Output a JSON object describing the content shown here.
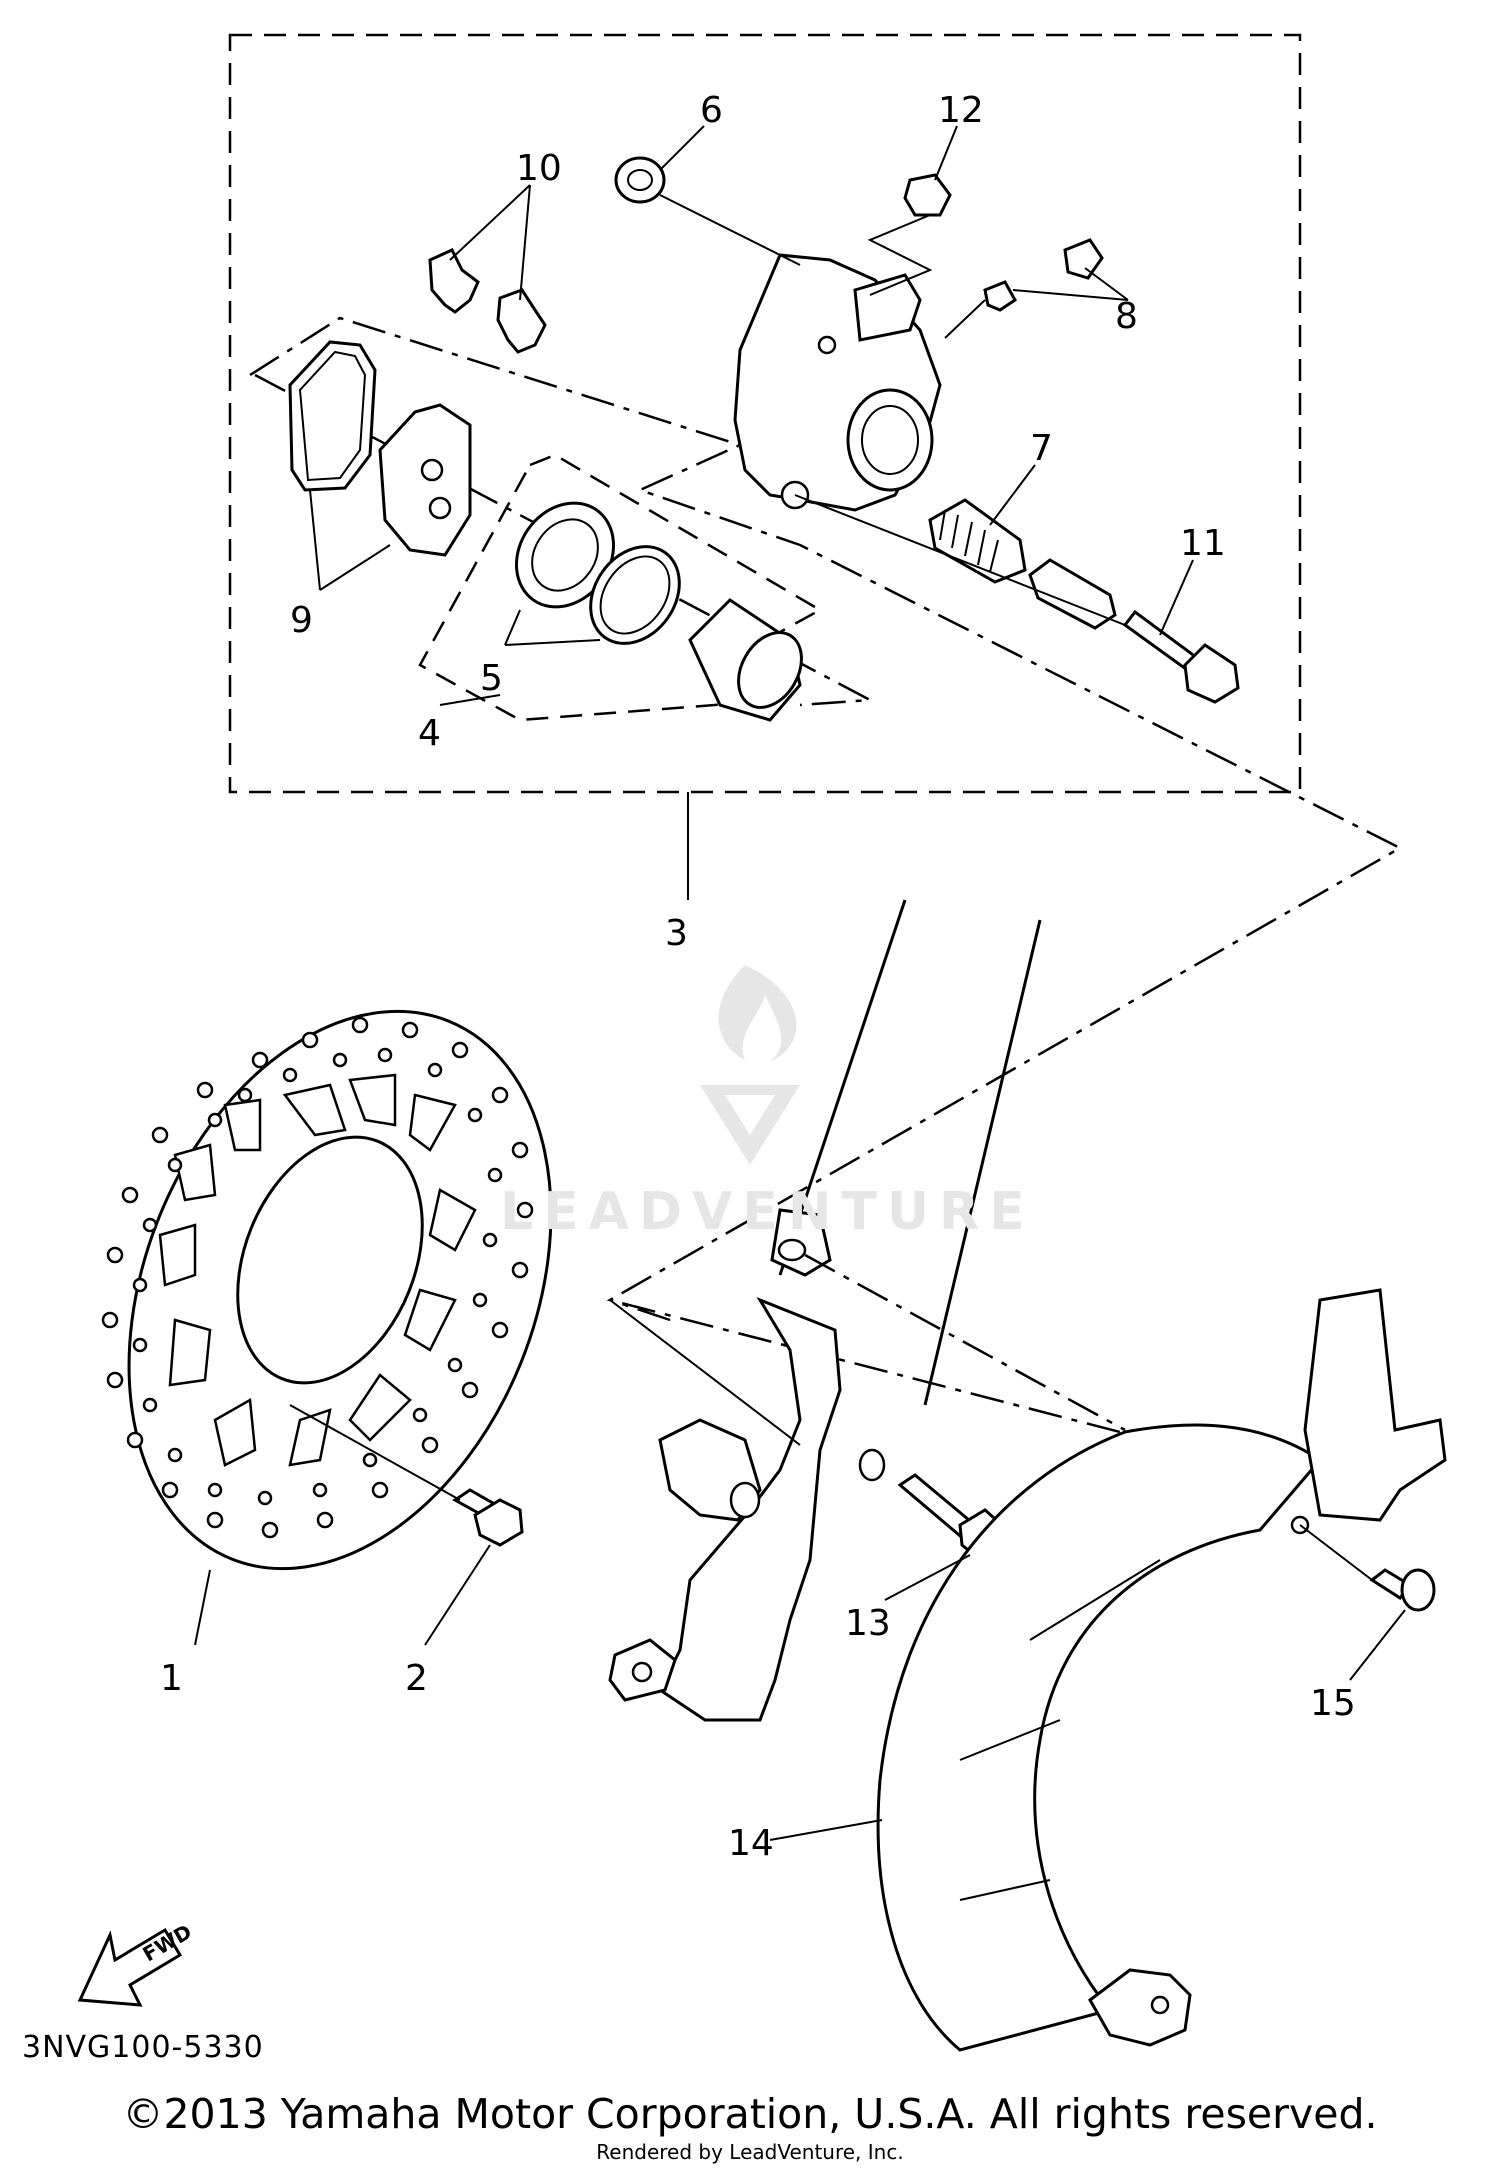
{
  "diagram": {
    "callouts": {
      "p1": "1",
      "p2": "2",
      "p3": "3",
      "p4": "4",
      "p5": "5",
      "p6": "6",
      "p7": "7",
      "p8": "8",
      "p9": "9",
      "p10": "10",
      "p11": "11",
      "p12": "12",
      "p13": "13",
      "p14": "14",
      "p15": "15"
    },
    "fwd_arrow_label": "FWD",
    "diagram_code": "3NVG100-5330",
    "watermark_text": "LEADVENTURE"
  },
  "footer": {
    "copyright": "©2013 Yamaha Motor Corporation, U.S.A. All rights reserved.",
    "rendered_by": "Rendered by LeadVenture, Inc."
  }
}
